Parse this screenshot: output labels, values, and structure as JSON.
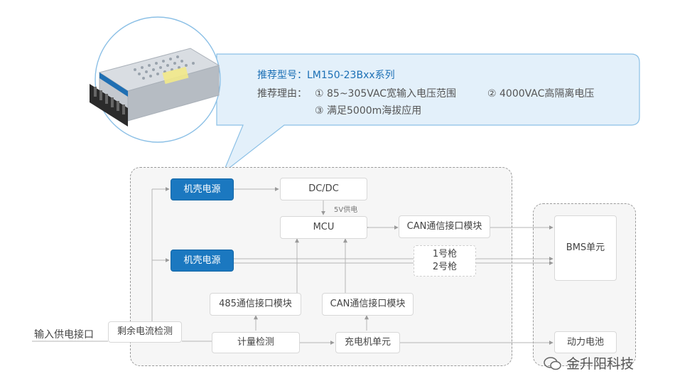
{
  "callout": {
    "line1": "推荐型号：LM150-23Bxx系列",
    "line2_label": "推荐理由：",
    "reason1": "① 85~305VAC宽输入电压范围",
    "reason2": "② 4000VAC高隔离电压",
    "reason3": "③ 满足5000m海拔应用",
    "colors": {
      "fill": "#e3f0fa",
      "stroke": "#8cc0e6",
      "title": "#1b6fb5"
    }
  },
  "nodes": {
    "power1": "机壳电源",
    "power2": "机壳电源",
    "dcdc": "DC/DC",
    "mcu": "MCU",
    "can_top": "CAN通信接口模块",
    "gun": [
      "1号枪",
      "2号枪"
    ],
    "rs485": "485通信接口模块",
    "can_bottom": "CAN通信接口模块",
    "residual": "剩余电流检测",
    "metering": "计量检测",
    "charger": "充电机单元",
    "bms": "BMS单元",
    "battery": "动力电池"
  },
  "labels": {
    "five_v": "5V供电",
    "input": "输入供电接口"
  },
  "watermark": "金升阳科技",
  "colors": {
    "accent": "#1b78c0",
    "line": "#b5b5b5"
  }
}
